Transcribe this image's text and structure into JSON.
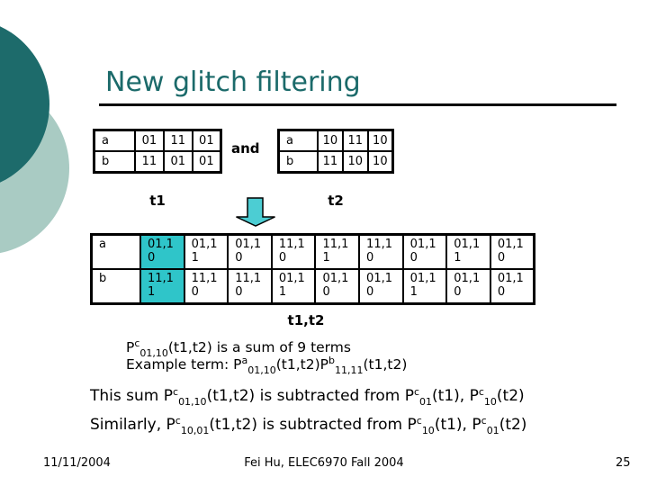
{
  "slide": {
    "title": "New glitch filtering",
    "and_label": "and",
    "t1_label": "t1",
    "t2_label": "t2",
    "combined_label": "t1,t2",
    "footer": {
      "date": "11/11/2004",
      "credit": "Fei Hu, ELEC6970 Fall 2004",
      "page_number": "25"
    }
  },
  "colors": {
    "title_text": "#1b6a6a",
    "circle_dark": "#1d6b6b",
    "circle_light": "#a9cbc3",
    "cell_highlight": "#2fc5c9",
    "arrow_fill": "#4ccdd3",
    "rule": "#000000"
  },
  "icons": {
    "down_arrow": "down-block-arrow-icon"
  },
  "table_t1": {
    "rows": [
      [
        "a",
        "01",
        "11",
        "01"
      ],
      [
        "b",
        "11",
        "01",
        "01"
      ]
    ]
  },
  "table_t2": {
    "rows": [
      [
        "a",
        "10",
        "11",
        "10"
      ],
      [
        "b",
        "11",
        "10",
        "10"
      ]
    ]
  },
  "table_combined": {
    "rows": [
      [
        "a",
        "01,1\n0",
        "01,1\n1",
        "01,1\n0",
        "11,1\n0",
        "11,1\n1",
        "11,1\n0",
        "01,1\n0",
        "01,1\n1",
        "01,1\n0"
      ],
      [
        "b",
        "11,1\n1",
        "11,1\n0",
        "11,1\n0",
        "01,1\n1",
        "01,1\n0",
        "01,1\n0",
        "01,1\n1",
        "01,1\n0",
        "01,1\n0"
      ]
    ],
    "highlight_cells": [
      [
        0,
        1
      ],
      [
        1,
        1
      ]
    ]
  },
  "body_lines": {
    "sum_line": [
      {
        "t": "P"
      },
      {
        "sup": "c"
      },
      {
        "sub": "01,10"
      },
      {
        "t": "(t1,t2) is a sum of 9 terms"
      }
    ],
    "example_line": [
      {
        "t": "Example term: P"
      },
      {
        "sup": "a"
      },
      {
        "sub": "01,10"
      },
      {
        "t": "(t1,t2)P"
      },
      {
        "sup": "b"
      },
      {
        "sub": "11,11"
      },
      {
        "t": "(t1,t2)"
      }
    ],
    "subtract_line1": [
      {
        "t": "This sum P"
      },
      {
        "sup": "c"
      },
      {
        "sub": "01,10"
      },
      {
        "t": "(t1,t2) is subtracted from P"
      },
      {
        "sup": "c"
      },
      {
        "sub": "01"
      },
      {
        "t": "(t1), P"
      },
      {
        "sup": "c"
      },
      {
        "sub": "10"
      },
      {
        "t": "(t2)"
      }
    ],
    "subtract_line2": [
      {
        "t": "Similarly, P"
      },
      {
        "sup": "c"
      },
      {
        "sub": "10,01"
      },
      {
        "t": "(t1,t2) is subtracted from P"
      },
      {
        "sup": "c"
      },
      {
        "sub": "10"
      },
      {
        "t": "(t1), P"
      },
      {
        "sup": "c"
      },
      {
        "sub": "01"
      },
      {
        "t": "(t2)"
      }
    ]
  }
}
